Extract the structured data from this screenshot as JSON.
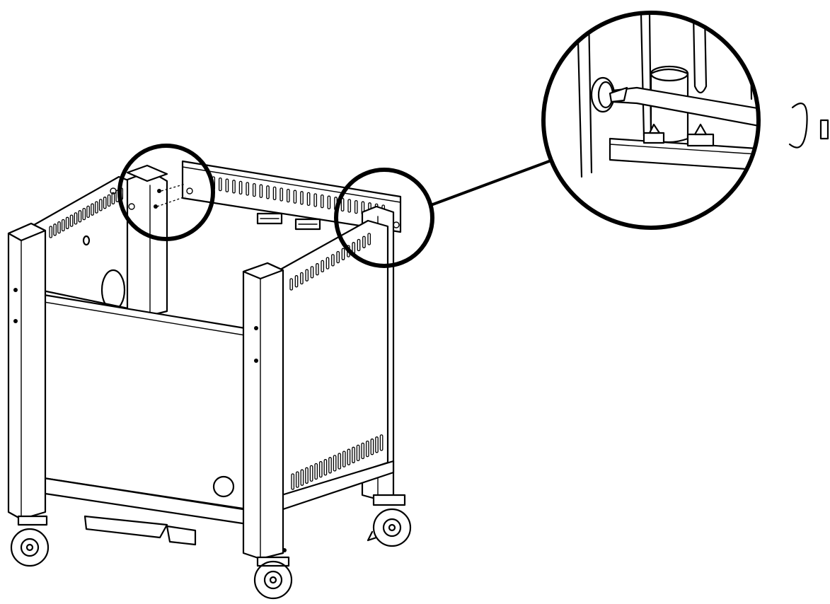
{
  "diagram": {
    "subject": "",
    "callouts": [
      {
        "id": "left-corner-callout"
      },
      {
        "id": "right-corner-callout"
      },
      {
        "id": "detail-magnified-view"
      }
    ],
    "stroke_color": "#000000",
    "background_color": "#ffffff"
  }
}
